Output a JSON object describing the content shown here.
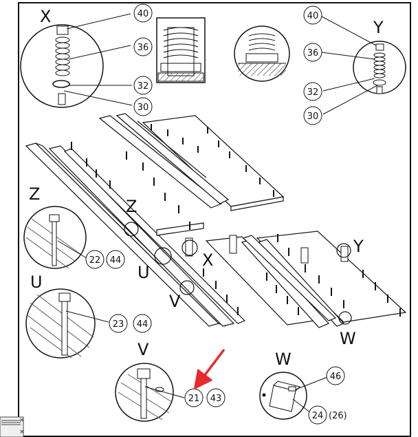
{
  "detail_letters": {
    "x_top": "X",
    "y_top": "Y",
    "z_side": "Z",
    "u_side": "U",
    "v_bottom": "V",
    "w_bottom": "W",
    "z_main": "Z",
    "u_main": "U",
    "v_main": "V",
    "x_main": "X",
    "y_main": "Y",
    "w_main": "W"
  },
  "callouts": {
    "x_40": "40",
    "x_36": "36",
    "x_32": "32",
    "x_30": "30",
    "y_40": "40",
    "y_36": "36",
    "y_32": "32",
    "y_30": "30",
    "z_22": "22",
    "z_44": "44",
    "u_23": "23",
    "u_44": "44",
    "v_21": "21",
    "v_43": "43",
    "w_46": "46",
    "w_24": "24",
    "w_26": "(26)"
  },
  "highlight": {
    "arrow_color": "#e8282b",
    "target_part": "21"
  }
}
